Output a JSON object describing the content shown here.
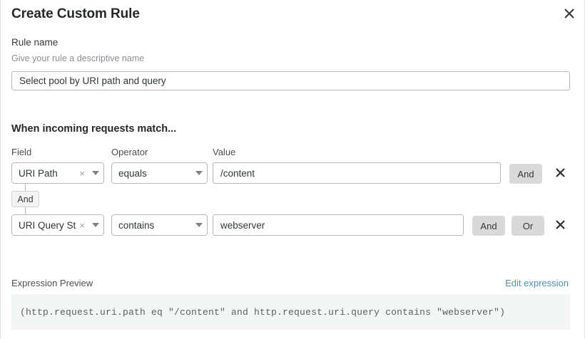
{
  "modal": {
    "title": "Create Custom Rule",
    "close_icon": "close-icon"
  },
  "rule_name": {
    "label": "Rule name",
    "help": "Give your rule a descriptive name",
    "value": "Select pool by URI path and query",
    "placeholder": ""
  },
  "conditions": {
    "heading": "When incoming requests match...",
    "columns": {
      "field": "Field",
      "operator": "Operator",
      "value": "Value"
    },
    "connector": {
      "label": "And"
    },
    "rows": [
      {
        "field": "URI Path",
        "operator": "equals",
        "value": "/content",
        "clear_icon": "clear-icon",
        "caret_icon": "chevron-down-icon",
        "and_label": "And",
        "or_label": null,
        "delete_icon": "close-icon"
      },
      {
        "field": "URI Query St...",
        "operator": "contains",
        "value": "webserver",
        "clear_icon": "clear-icon",
        "caret_icon": "chevron-down-icon",
        "and_label": "And",
        "or_label": "Or",
        "delete_icon": "close-icon"
      }
    ]
  },
  "expression_preview": {
    "label": "Expression Preview",
    "edit_link": "Edit expression",
    "code": "(http.request.uri.path eq \"/content\" and http.request.uri.query contains \"webserver\")"
  },
  "colors": {
    "link": "#4a90b8",
    "button_grey": "#d9d9d9",
    "preview_bg": "#f4f5f5",
    "border": "#b4b8bb",
    "text": "#31373a"
  }
}
